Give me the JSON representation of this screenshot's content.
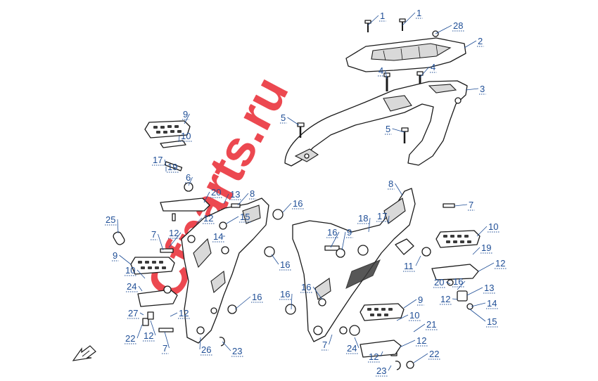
{
  "watermark": {
    "text": "Cfparts.ru",
    "color": "#e8202a"
  },
  "label_color": "#1f4e96",
  "callouts": [
    {
      "label": "1"
    },
    {
      "label": "1"
    },
    {
      "label": "28"
    },
    {
      "label": "2"
    },
    {
      "label": "4"
    },
    {
      "label": "4"
    },
    {
      "label": "3"
    },
    {
      "label": "5"
    },
    {
      "label": "5"
    },
    {
      "label": "9"
    },
    {
      "label": "10"
    },
    {
      "label": "17"
    },
    {
      "label": "19"
    },
    {
      "label": "6"
    },
    {
      "label": "20"
    },
    {
      "label": "13"
    },
    {
      "label": "8"
    },
    {
      "label": "16"
    },
    {
      "label": "15"
    },
    {
      "label": "12"
    },
    {
      "label": "14"
    },
    {
      "label": "25"
    },
    {
      "label": "7"
    },
    {
      "label": "12"
    },
    {
      "label": "9"
    },
    {
      "label": "10"
    },
    {
      "label": "24"
    },
    {
      "label": "27"
    },
    {
      "label": "12"
    },
    {
      "label": "22"
    },
    {
      "label": "12"
    },
    {
      "label": "7"
    },
    {
      "label": "26"
    },
    {
      "label": "23"
    },
    {
      "label": "16"
    },
    {
      "label": "16"
    },
    {
      "label": "16"
    },
    {
      "label": "18"
    },
    {
      "label": "17"
    },
    {
      "label": "8"
    },
    {
      "label": "7"
    },
    {
      "label": "16"
    },
    {
      "label": "9"
    },
    {
      "label": "10"
    },
    {
      "label": "19"
    },
    {
      "label": "11"
    },
    {
      "label": "12"
    },
    {
      "label": "16"
    },
    {
      "label": "16"
    },
    {
      "label": "20"
    },
    {
      "label": "13"
    },
    {
      "label": "12"
    },
    {
      "label": "14"
    },
    {
      "label": "9"
    },
    {
      "label": "15"
    },
    {
      "label": "10"
    },
    {
      "label": "21"
    },
    {
      "label": "7"
    },
    {
      "label": "24"
    },
    {
      "label": "12"
    },
    {
      "label": "22"
    },
    {
      "label": "12"
    },
    {
      "label": "23"
    }
  ]
}
